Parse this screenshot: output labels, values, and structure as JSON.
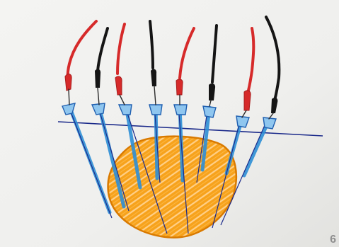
{
  "slide": {
    "page_number": "6"
  },
  "drawing": {
    "subject": "hand-drawn-needle-array-over-tumor",
    "probe_count": 8,
    "colors": {
      "paper": "#f2f2f0",
      "tumor_fill": "#f7a21b",
      "tumor_outline": "#d97a00",
      "needle_shaft": "#2e8fd6",
      "plane_line": "#1b2a8a",
      "cable_red": "#d62a2a",
      "cable_black": "#151515"
    },
    "probes": [
      {
        "name": "probe-1",
        "cable_color": "red"
      },
      {
        "name": "probe-2",
        "cable_color": "black"
      },
      {
        "name": "probe-3",
        "cable_color": "red"
      },
      {
        "name": "probe-4",
        "cable_color": "black"
      },
      {
        "name": "probe-5",
        "cable_color": "red"
      },
      {
        "name": "probe-6",
        "cable_color": "black"
      },
      {
        "name": "probe-7",
        "cable_color": "red"
      },
      {
        "name": "probe-8",
        "cable_color": "black"
      }
    ]
  }
}
